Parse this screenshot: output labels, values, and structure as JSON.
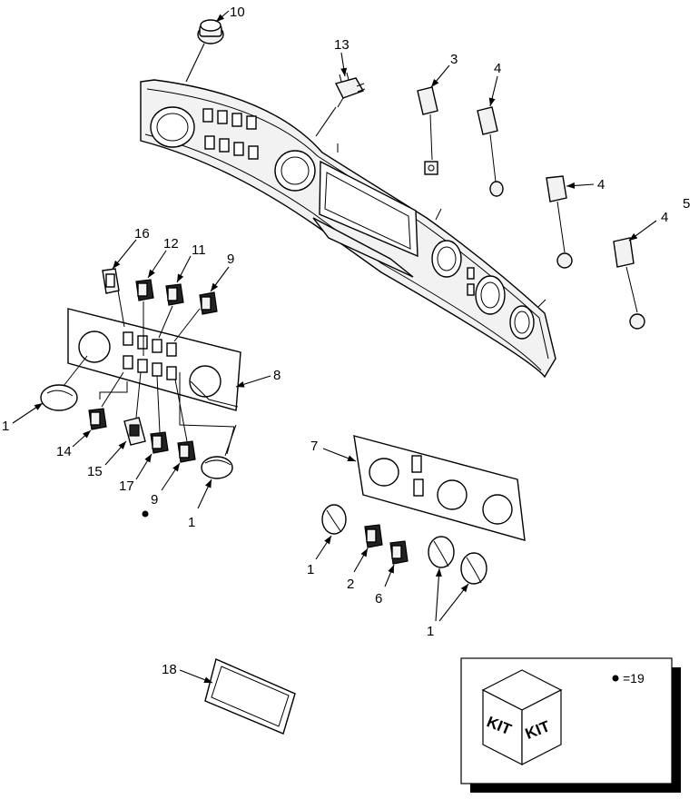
{
  "callouts": {
    "c10": "10",
    "c13": "13",
    "c3": "3",
    "c4a": "4",
    "c4b": "4",
    "c4c": "4",
    "c5": "5",
    "c16": "16",
    "c12": "12",
    "c11": "11",
    "c9a": "9",
    "c8": "8",
    "c1a": "1",
    "c14": "14",
    "c15": "15",
    "c17": "17",
    "c9b": "9",
    "c1b": "1",
    "c7": "7",
    "c1c": "1",
    "c2": "2",
    "c6": "6",
    "c1d": "1",
    "c18": "18"
  },
  "kit": {
    "face_left": "KIT",
    "face_right": "KIT",
    "legend": "=19"
  }
}
